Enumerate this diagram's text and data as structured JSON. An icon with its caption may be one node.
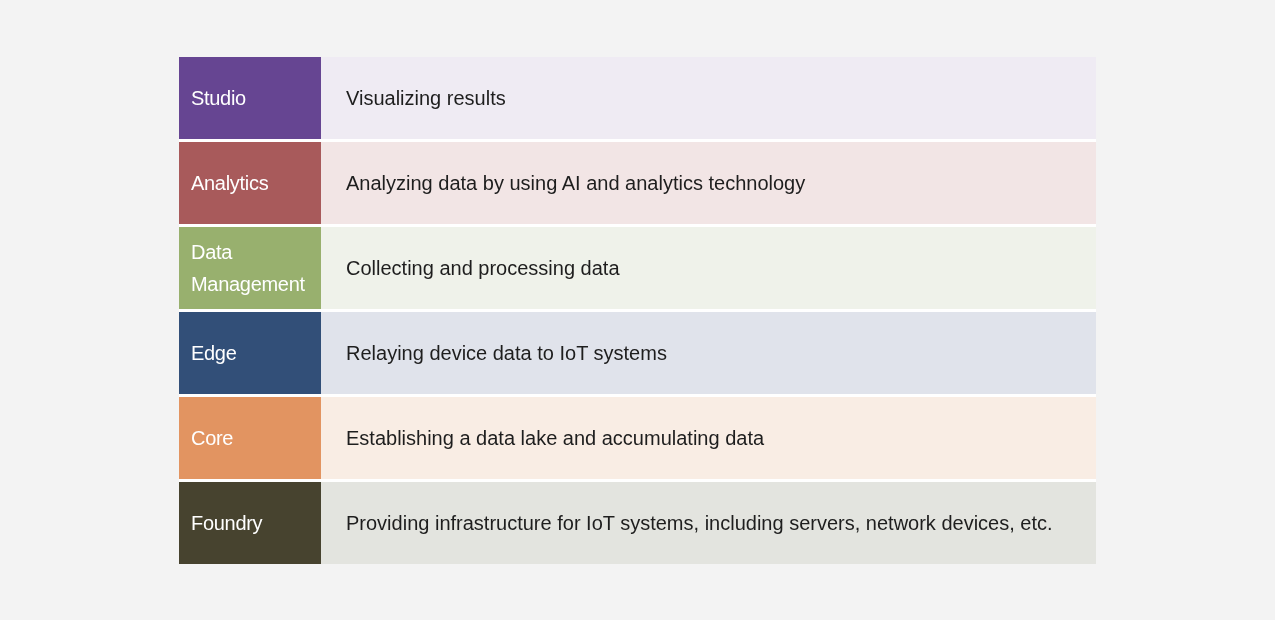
{
  "diagram": {
    "nodes": [
      {
        "text": [
          "Studio"
        ]
      },
      {
        "text": [
          "Visualizing results"
        ]
      },
      {
        "text": [
          "Analytics"
        ]
      },
      {
        "text": [
          "Analyzing data by using AI and analytics technology"
        ]
      },
      {
        "text": [
          "Data Management"
        ]
      },
      {
        "text": [
          "Collecting and processing data"
        ]
      },
      {
        "text": [
          "Edge"
        ]
      },
      {
        "text": [
          "Relaying device data to IoT systems"
        ]
      },
      {
        "text": [
          "Core"
        ]
      },
      {
        "text": [
          "Establishing a data lake and accumulating data"
        ]
      },
      {
        "text": [
          "Foundry"
        ]
      },
      {
        "text": [
          "Providing infrastructure for IoT systems, including servers, network devices, etc."
        ]
      }
    ]
  }
}
